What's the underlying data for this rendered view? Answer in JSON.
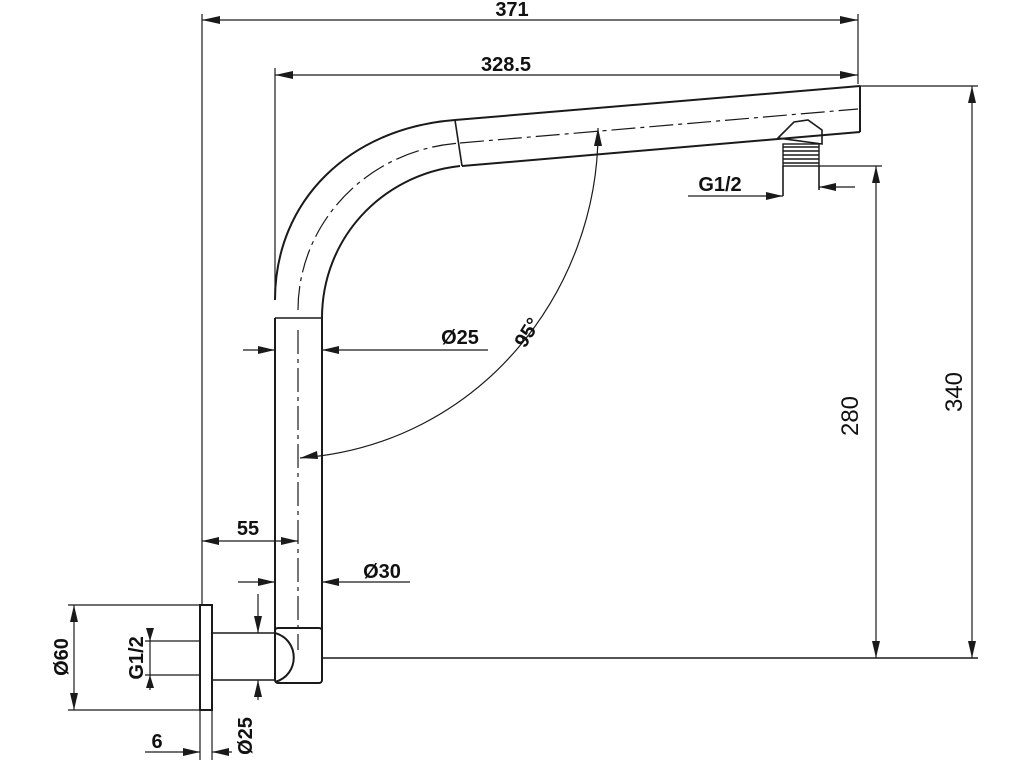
{
  "drawing": {
    "dims": {
      "overall_width": "371",
      "arm_width": "328.5",
      "angle": "95°",
      "tube_dia": "Ø25",
      "outlet_thread": "G1/2",
      "offset": "55",
      "column_dia": "Ø30",
      "flange_dia": "Ø60",
      "inlet_thread": "G1/2",
      "flange_thickness": "6",
      "inlet_tube_dia": "Ø25",
      "outlet_height": "280",
      "overall_height": "340"
    }
  }
}
